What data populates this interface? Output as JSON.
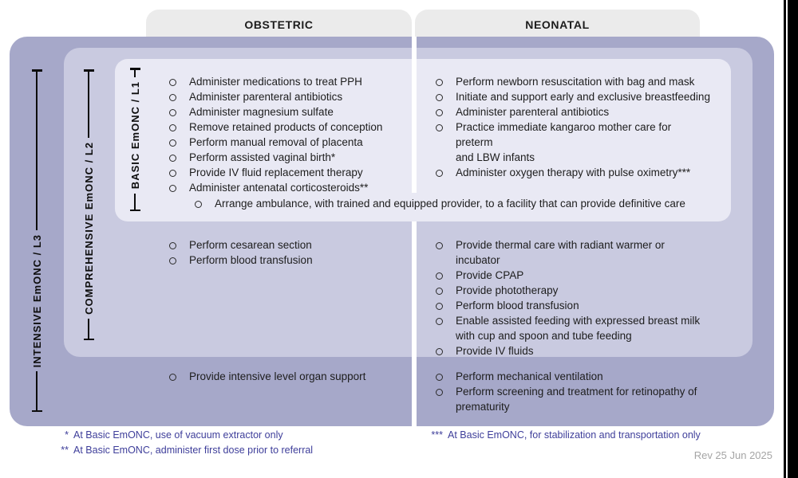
{
  "columns": {
    "obstetric": "OBSTETRIC",
    "neonatal": "NEONATAL"
  },
  "levels": [
    {
      "label": "BASIC EmONC / L1"
    },
    {
      "label": "COMPREHENSIVE EmONC / L2"
    },
    {
      "label": "INTENSIVE EmONC / L3"
    }
  ],
  "sections": {
    "basic": {
      "obstetric": [
        "Administer medications to treat PPH",
        "Administer parenteral antibiotics",
        "Administer magnesium sulfate",
        "Remove retained products of conception",
        "Perform manual removal of placenta",
        "Perform assisted vaginal birth*",
        "Provide IV fluid replacement therapy",
        "Administer antenatal corticosteroids**"
      ],
      "neonatal": [
        "Perform newborn resuscitation with bag and mask",
        "Initiate and support early and exclusive breastfeeding",
        "Administer parenteral antibiotics",
        "Practice immediate kangaroo mother care for preterm\nand LBW infants",
        "Administer oxygen therapy with pulse oximetry***"
      ],
      "referral": "Arrange ambulance, with trained and equipped provider, to a facility that can provide definitive care"
    },
    "comprehensive": {
      "obstetric": [
        "Perform cesarean section",
        "Perform blood transfusion"
      ],
      "neonatal": [
        "Provide thermal care with radiant warmer or incubator",
        "Provide CPAP",
        "Provide phototherapy",
        "Perform blood transfusion",
        "Enable assisted feeding with expressed breast milk\nwith cup and spoon and tube feeding",
        "Provide IV fluids"
      ]
    },
    "intensive": {
      "obstetric": [
        "Provide intensive level organ support"
      ],
      "neonatal": [
        "Perform mechanical ventilation",
        "Perform screening and treatment for retinopathy of\nprematurity"
      ]
    }
  },
  "footnotes": [
    {
      "marker": "*",
      "text": "At Basic EmONC, use of vacuum extractor only"
    },
    {
      "marker": "**",
      "text": "At Basic EmONC, administer first dose prior to referral"
    },
    {
      "marker": "***",
      "text": "At Basic EmONC, for stabilization and transportation only"
    }
  ],
  "revision": "Rev 25 Jun 2025",
  "colors": {
    "intensive_bg": "#a6a8c9",
    "comprehensive_bg": "#c9cae0",
    "basic_bg": "#e9e9f4",
    "header_pill_bg": "#ebebeb",
    "bracket_line": "#0d0d0d",
    "footnote_text": "#3e3e9a",
    "revision_text": "#a5a5a5",
    "divider": "#ffffff"
  }
}
